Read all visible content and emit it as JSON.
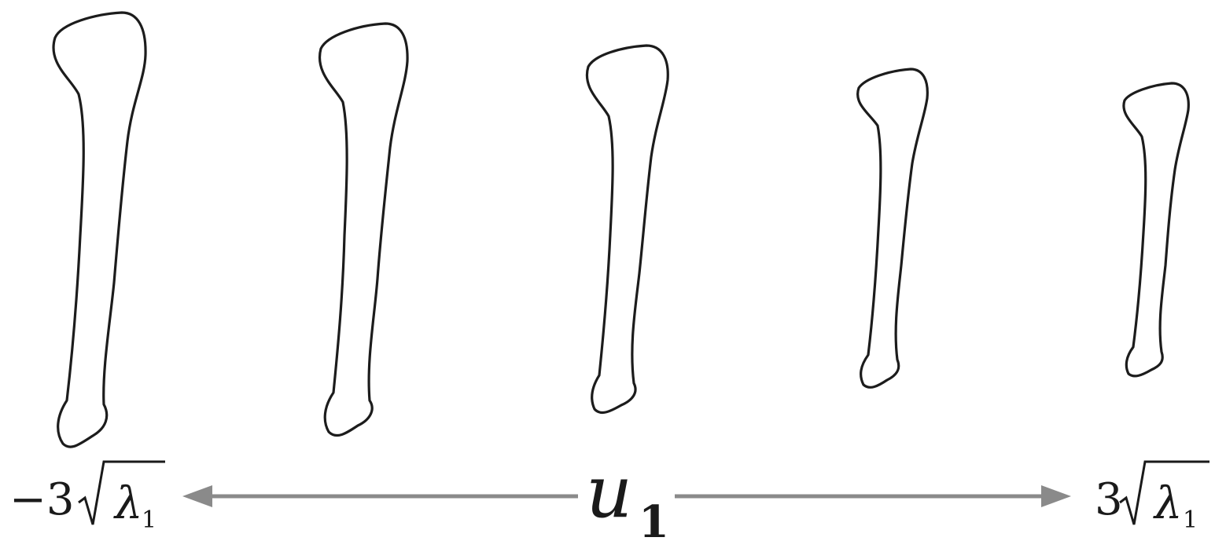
{
  "figure": {
    "shapes": [
      {
        "name": "bone-shape-1"
      },
      {
        "name": "bone-shape-2"
      },
      {
        "name": "bone-shape-3"
      },
      {
        "name": "bone-shape-4"
      },
      {
        "name": "bone-shape-5"
      }
    ],
    "axis": {
      "variable": "u",
      "variable_subscript": "1",
      "colors": {
        "arrow": "#8a8a8a",
        "outline": "#1c1c1c"
      }
    },
    "left_label": {
      "coefficient": "−3",
      "symbol": "λ",
      "subscript": "1"
    },
    "right_label": {
      "coefficient": "3",
      "symbol": "λ",
      "subscript": "1"
    }
  }
}
